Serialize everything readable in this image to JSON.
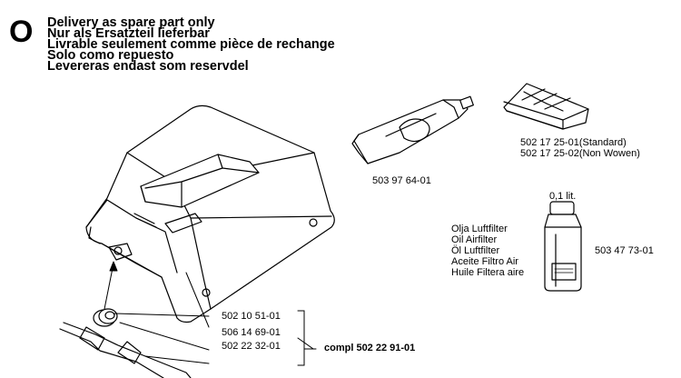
{
  "section_marker": "O",
  "heading_lines": [
    "Delivery as spare part only",
    "Nur als Ersatzteil lieferbar",
    "Livrable seulement comme pièce de rechange",
    "Solo como repuesto",
    "Levereras endast som reservdel"
  ],
  "parts": {
    "grease_tube": "503 97 64-01",
    "air_filter_lines": [
      "502 17 25-01(Standard)",
      "502 17 25-02(Non Wowen)"
    ],
    "oil_volume": "0,1 lit.",
    "oil_names": [
      "Olja Luftfilter",
      "Oil Airfilter",
      "Öl Luftfilter",
      "Aceite Filtro Air",
      "Huile Filtera aire"
    ],
    "oil_bottle": "503 47 73-01",
    "cover_list": [
      "502 10 51-01",
      "506 14 69-01",
      "502 22 32-01"
    ],
    "complete_kit": "compl 502 22 91-01"
  }
}
